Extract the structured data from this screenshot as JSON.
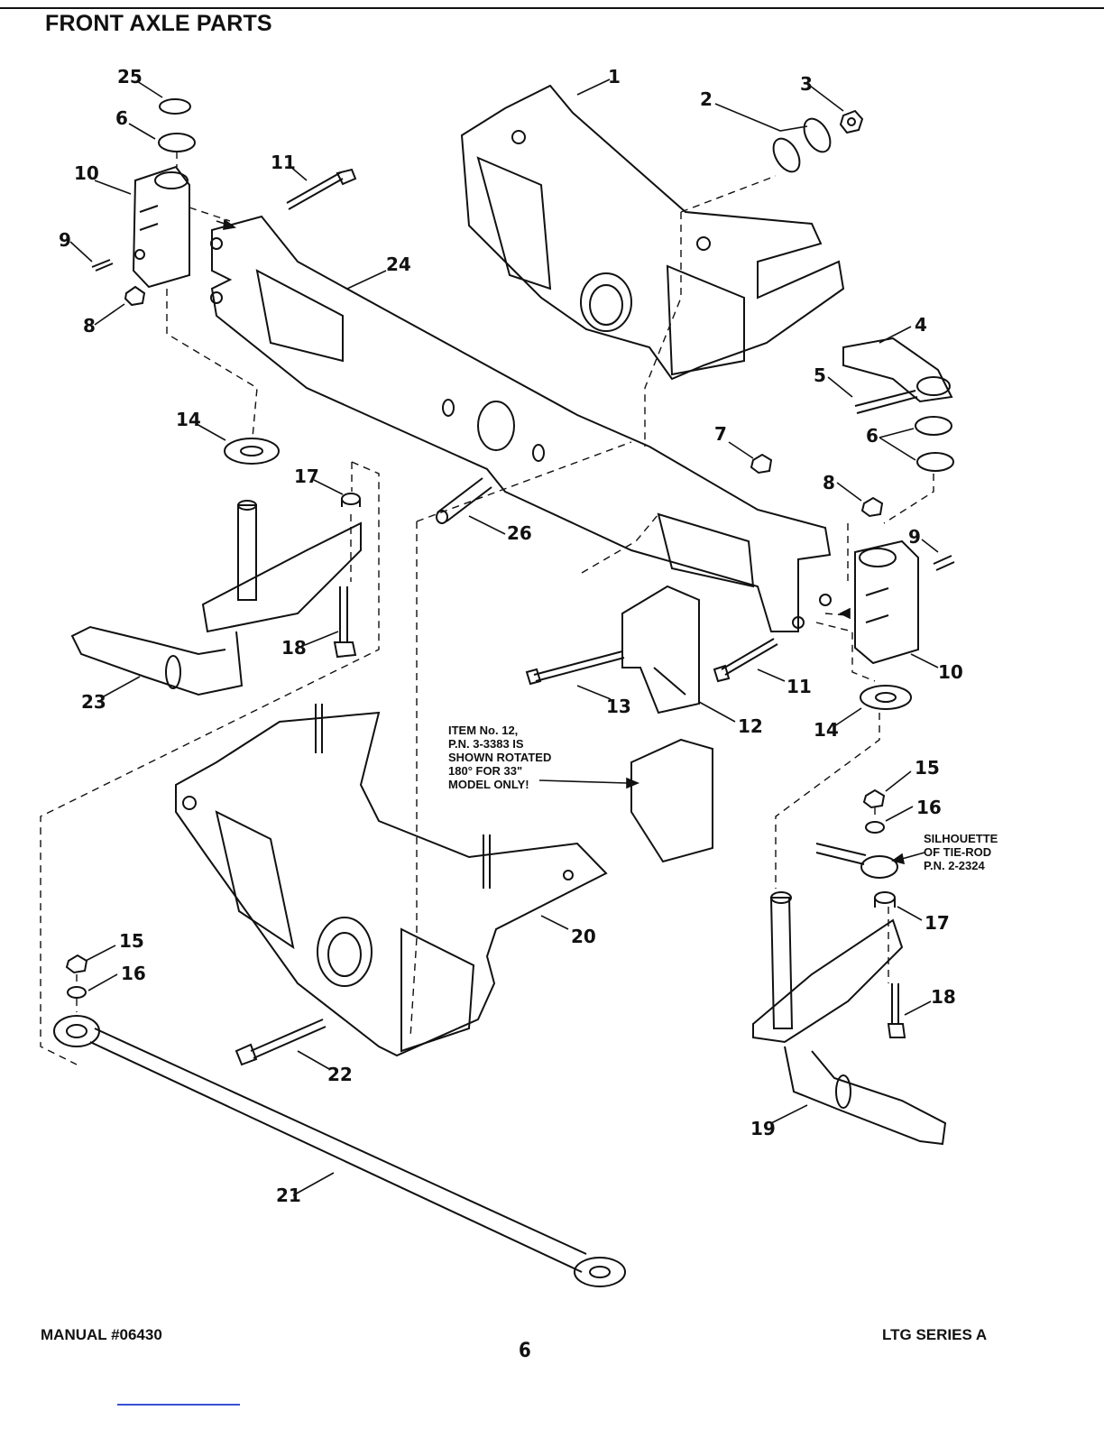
{
  "header": {
    "title": "FRONT AXLE PARTS"
  },
  "footer": {
    "manual": "MANUAL #06430",
    "page_number": "6",
    "series": "LTG SERIES A"
  },
  "notes": {
    "item12": [
      "ITEM No. 12,",
      "P.N. 3-3383 IS",
      "SHOWN ROTATED",
      "180° FOR 33\"",
      "MODEL ONLY!"
    ],
    "tierod": [
      "SILHOUETTE",
      "OF TIE-ROD",
      "P.N. 2-2324"
    ]
  },
  "callouts": {
    "c1": "1",
    "c2": "2",
    "c3": "3",
    "c4": "4",
    "c5": "5",
    "c6a": "6",
    "c6b": "6",
    "c7": "7",
    "c8a": "8",
    "c8b": "8",
    "c9a": "9",
    "c9b": "9",
    "c10a": "10",
    "c10b": "10",
    "c11a": "11",
    "c11b": "11",
    "c12": "12",
    "c13": "13",
    "c14a": "14",
    "c14b": "14",
    "c15a": "15",
    "c15b": "15",
    "c16a": "16",
    "c16b": "16",
    "c17a": "17",
    "c17b": "17",
    "c18a": "18",
    "c18b": "18",
    "c19": "19",
    "c20": "20",
    "c21": "21",
    "c22": "22",
    "c23": "23",
    "c24": "24",
    "c25": "25",
    "c26": "26"
  }
}
